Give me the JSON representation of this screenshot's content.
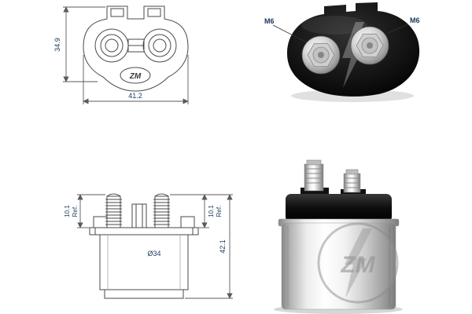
{
  "meta": {
    "background": "#ffffff",
    "line_color": "#4a4a4a",
    "dim_text_color": "#1c3a5e",
    "part_type": "starter-solenoid-cap"
  },
  "brand": {
    "logo_text": "ZM"
  },
  "views": {
    "top_view_drawing": {
      "height_dim": "34.9",
      "width_dim": "41.2",
      "logo": "ZM"
    },
    "top_view_photo": {
      "left_terminal_label": "M6",
      "right_terminal_label": "M6"
    },
    "side_view_drawing": {
      "left_stud_dim": "10.1",
      "left_stud_ref": "Ref.",
      "right_stud_dim": "10.1",
      "right_stud_ref": "Ref.",
      "diameter_dim": "Ø34",
      "overall_height_dim": "42.1"
    },
    "side_view_photo": {
      "watermark": "ZM"
    }
  }
}
